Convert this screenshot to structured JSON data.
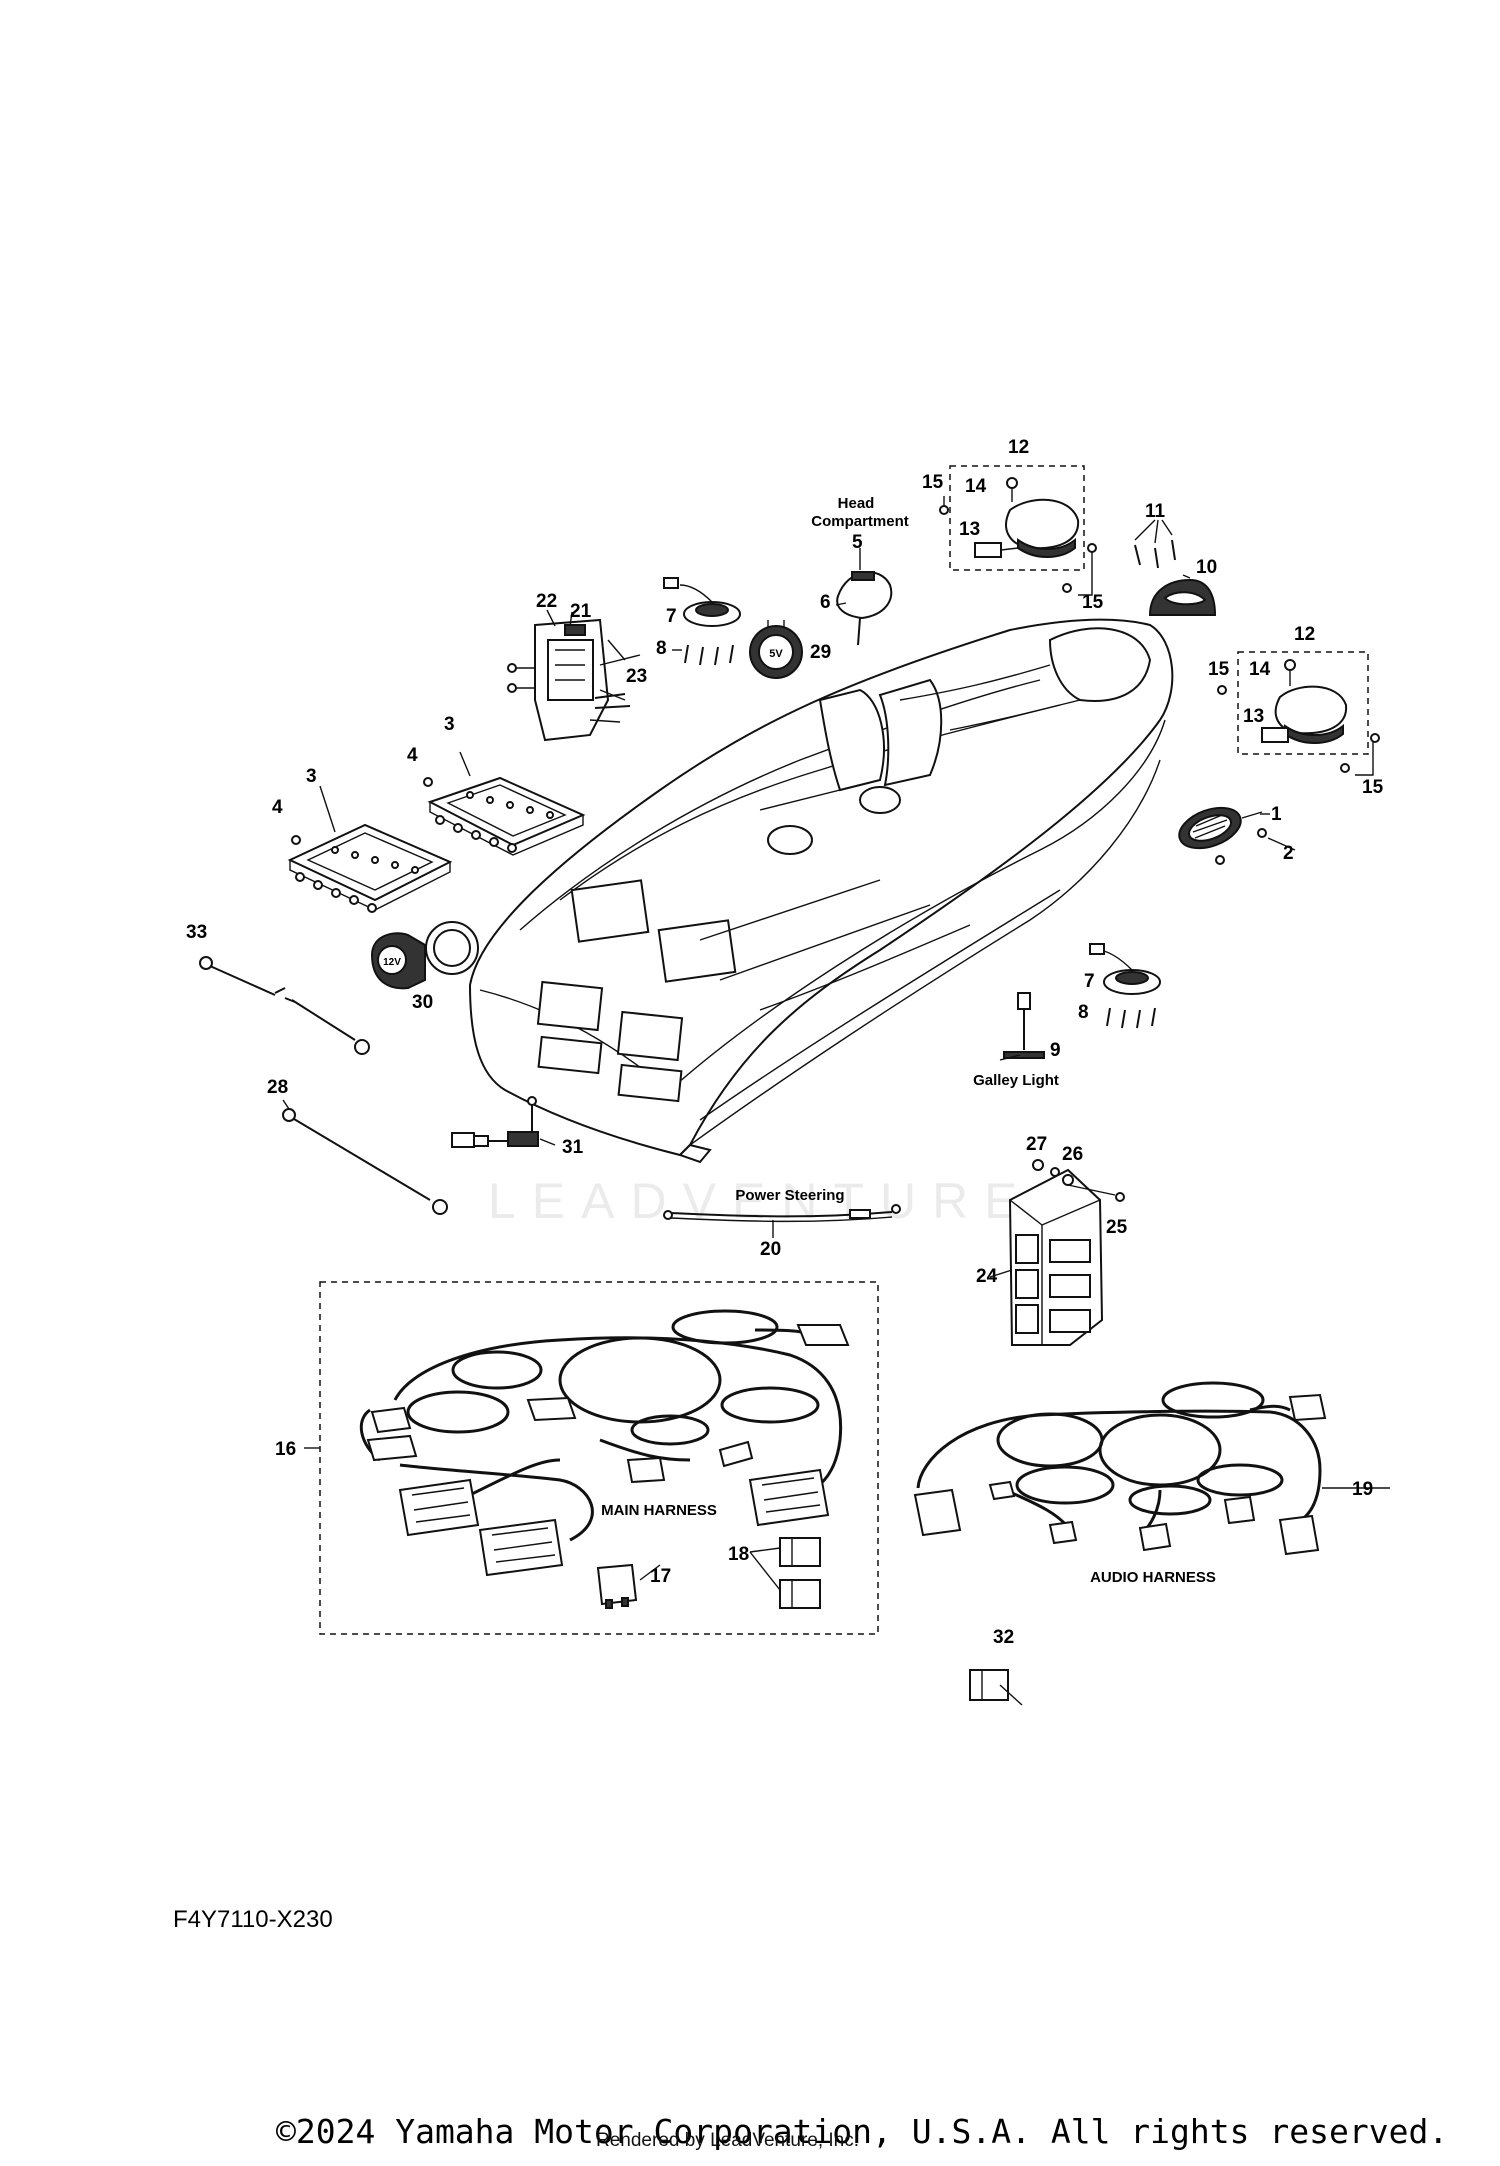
{
  "diagram": {
    "callouts": [
      "1",
      "2",
      "3",
      "3",
      "4",
      "4",
      "5",
      "6",
      "7",
      "7",
      "8",
      "8",
      "9",
      "10",
      "11",
      "12",
      "12",
      "13",
      "13",
      "14",
      "14",
      "15",
      "15",
      "15",
      "15",
      "16",
      "17",
      "18",
      "19",
      "20",
      "21",
      "22",
      "23",
      "24",
      "25",
      "26",
      "27",
      "28",
      "29",
      "30",
      "31",
      "32",
      "33"
    ],
    "captions": {
      "head_compartment_line1": "Head",
      "head_compartment_line2": "Compartment",
      "galley_light": "Galley Light",
      "power_steering": "Power Steering",
      "main_harness": "MAIN HARNESS",
      "audio_harness": "AUDIO HARNESS"
    },
    "outlet_marks": {
      "usb": "5V",
      "socket": "12V"
    },
    "diagram_code": "F4Y7110-X230",
    "watermark": "LEADVENTURE",
    "copyright": "©2024 Yamaha Motor Corporation, U.S.A. All rights reserved.",
    "rendered_by": "Rendered by LeadVenture, Inc."
  }
}
